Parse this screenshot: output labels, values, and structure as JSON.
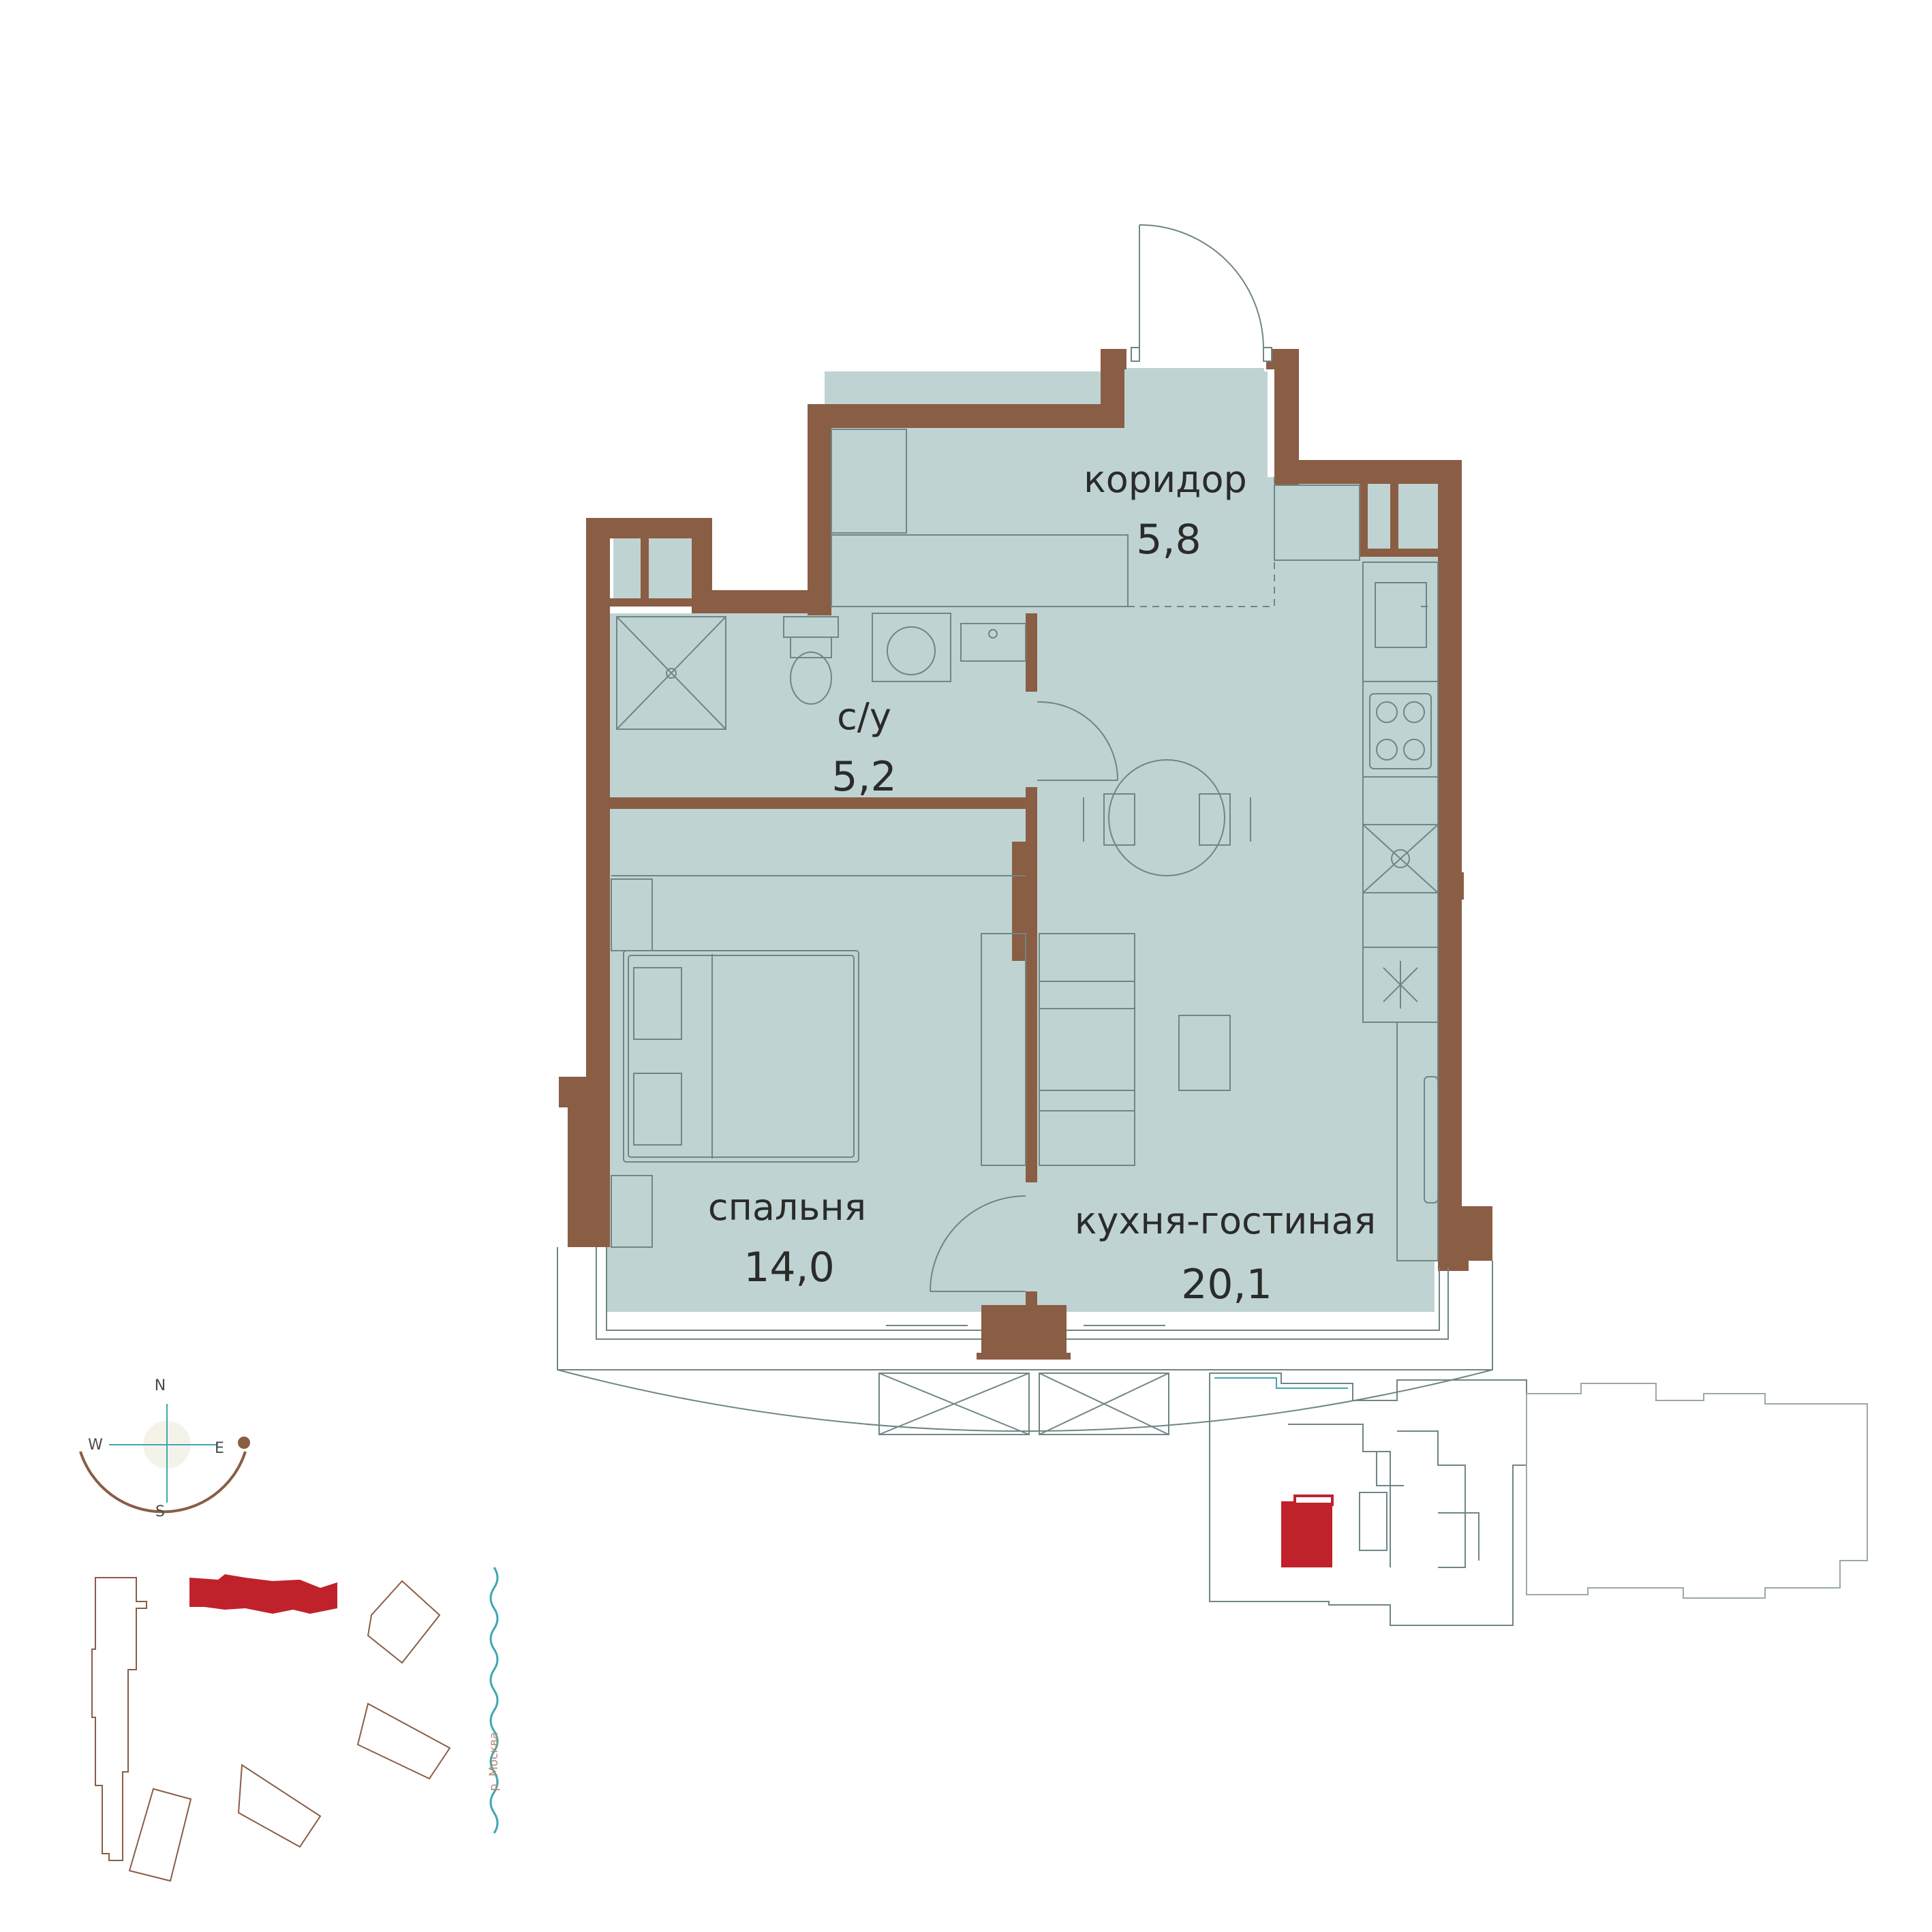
{
  "colors": {
    "wall": "#8a5d45",
    "floor": "#bfd4d2",
    "line": "#6f8684",
    "highlight": "#c0222b",
    "river": "#3fa7b0",
    "site_outline": "#8a5d45",
    "compass_arc": "#8a5d45"
  },
  "rooms": [
    {
      "id": "corridor",
      "label": "коридор",
      "area": "5,8"
    },
    {
      "id": "bathroom",
      "label": "с/у",
      "area": "5,2"
    },
    {
      "id": "bedroom",
      "label": "спальня",
      "area": "14,0"
    },
    {
      "id": "kitchen-living",
      "label": "кухня-гостиная",
      "area": "20,1"
    }
  ],
  "compass": {
    "n": "N",
    "s": "S",
    "e": "E",
    "w": "W"
  },
  "site_plan": {
    "river_label": "р. Москва"
  },
  "icons": {
    "shower": "shower-tray-icon",
    "toilet": "toilet-icon",
    "washer": "washing-machine-icon",
    "sink": "sink-icon",
    "cooktop": "cooktop-icon",
    "table": "dining-table-icon",
    "bed": "bed-icon",
    "sofa": "sofa-icon"
  }
}
